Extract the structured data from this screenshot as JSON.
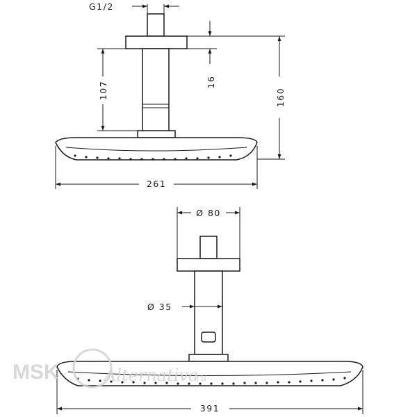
{
  "view_side": {
    "thread_label": "G1/2",
    "rose_thickness": "16",
    "mount_height": "107",
    "total_height": "160",
    "width": "261"
  },
  "view_front": {
    "flange_diameter": "Ø 80",
    "pipe_diameter": "Ø 35",
    "width": "391"
  },
  "watermark": {
    "brand": "MSK",
    "script": "Alternativa",
    "suffix": "ru"
  },
  "colors": {
    "line": "#1a1a1a",
    "watermark": "#d2d2d2"
  }
}
